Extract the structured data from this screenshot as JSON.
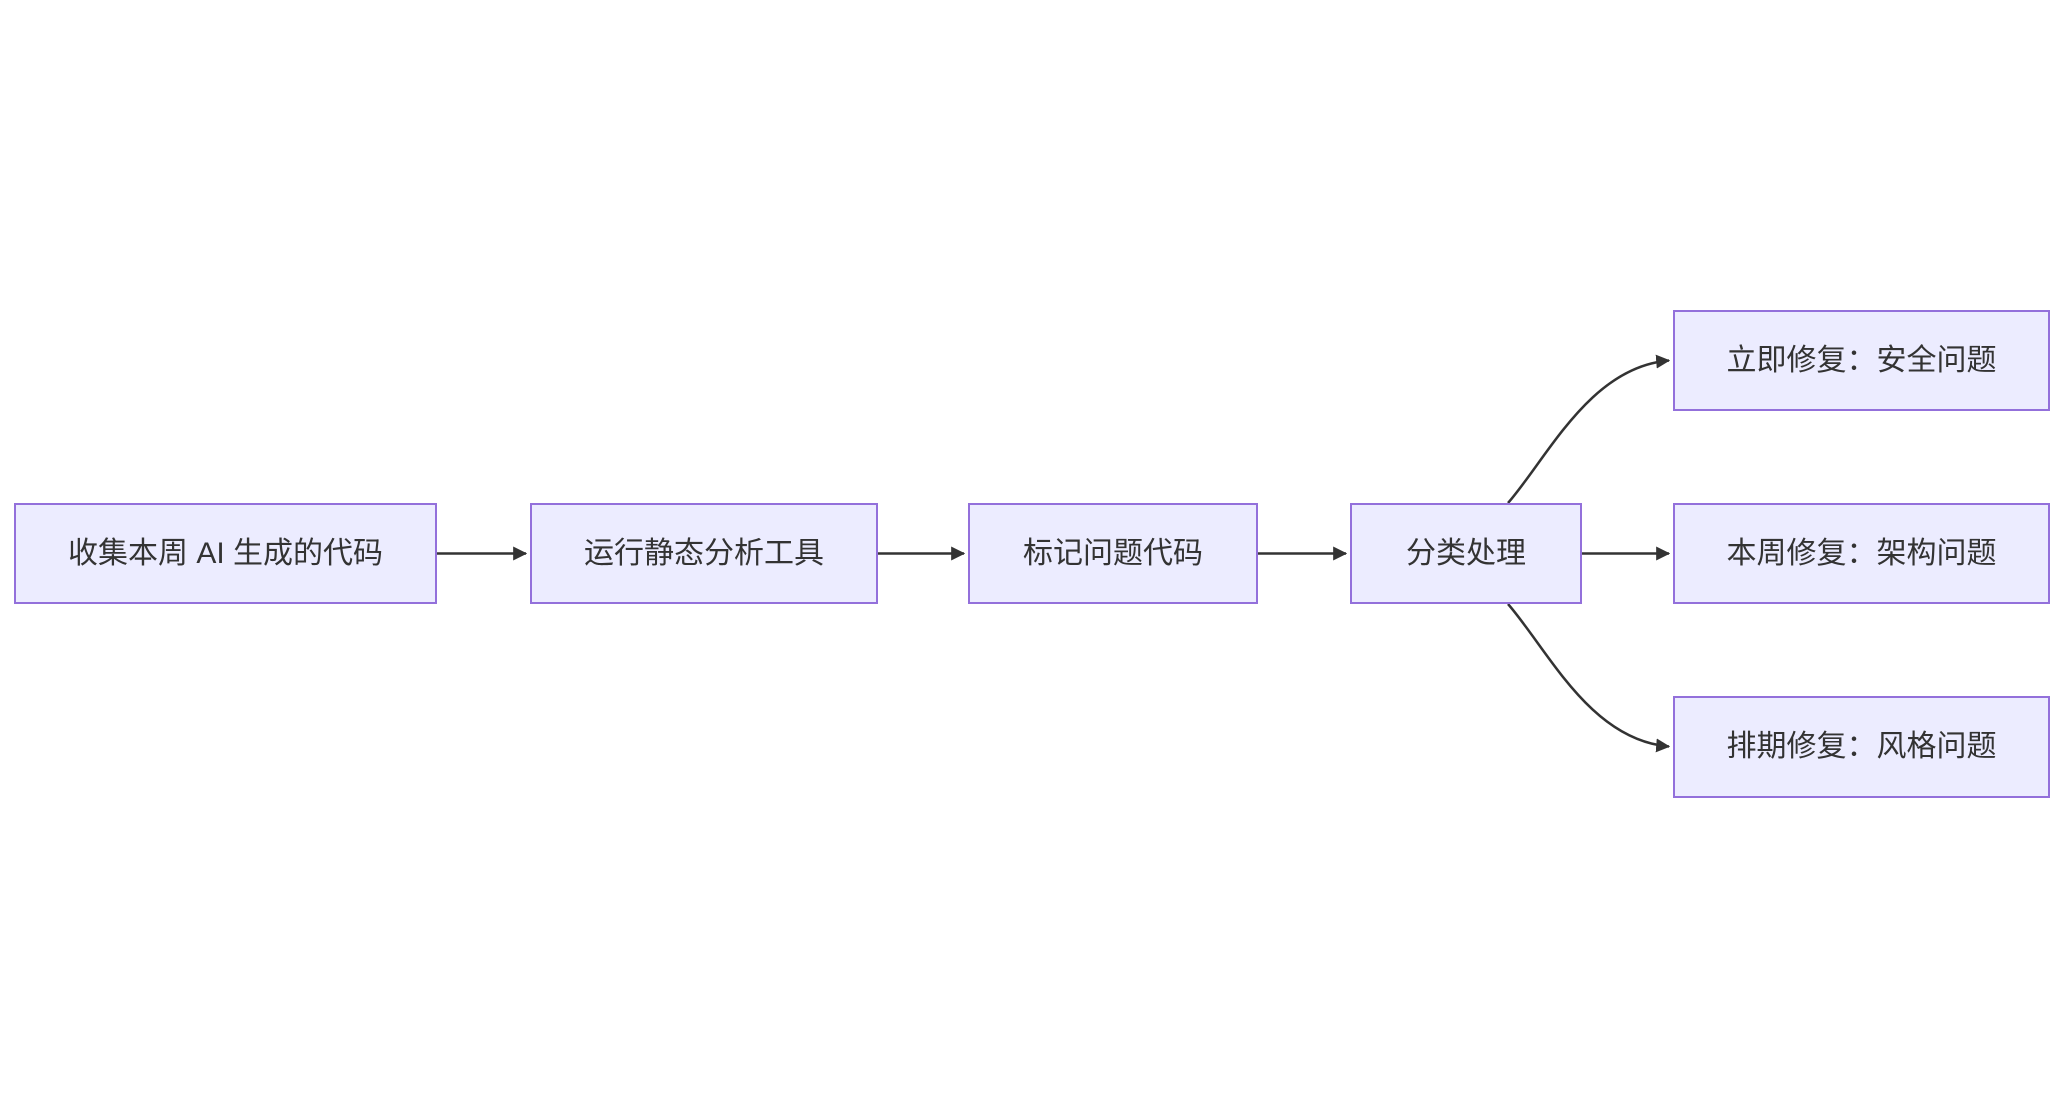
{
  "diagram": {
    "type": "flowchart",
    "direction": "LR",
    "background": "#ffffff",
    "node_style": {
      "fill": "#ECECFF",
      "border": "#9370DB",
      "text_color": "#333333"
    },
    "edge_style": {
      "color": "#333333",
      "arrowhead": "filled-triangle"
    },
    "nodes": [
      {
        "id": "collect",
        "label": "收集本周 AI 生成的代码"
      },
      {
        "id": "analyze",
        "label": "运行静态分析工具"
      },
      {
        "id": "flag",
        "label": "标记问题代码"
      },
      {
        "id": "triage",
        "label": "分类处理"
      },
      {
        "id": "fix_now",
        "label": "立即修复：安全问题"
      },
      {
        "id": "fix_this_week",
        "label": "本周修复：架构问题"
      },
      {
        "id": "fix_scheduled",
        "label": "排期修复：风格问题"
      }
    ],
    "edges": [
      {
        "from": "collect",
        "to": "analyze"
      },
      {
        "from": "analyze",
        "to": "flag"
      },
      {
        "from": "flag",
        "to": "triage"
      },
      {
        "from": "triage",
        "to": "fix_now"
      },
      {
        "from": "triage",
        "to": "fix_this_week"
      },
      {
        "from": "triage",
        "to": "fix_scheduled"
      }
    ]
  }
}
